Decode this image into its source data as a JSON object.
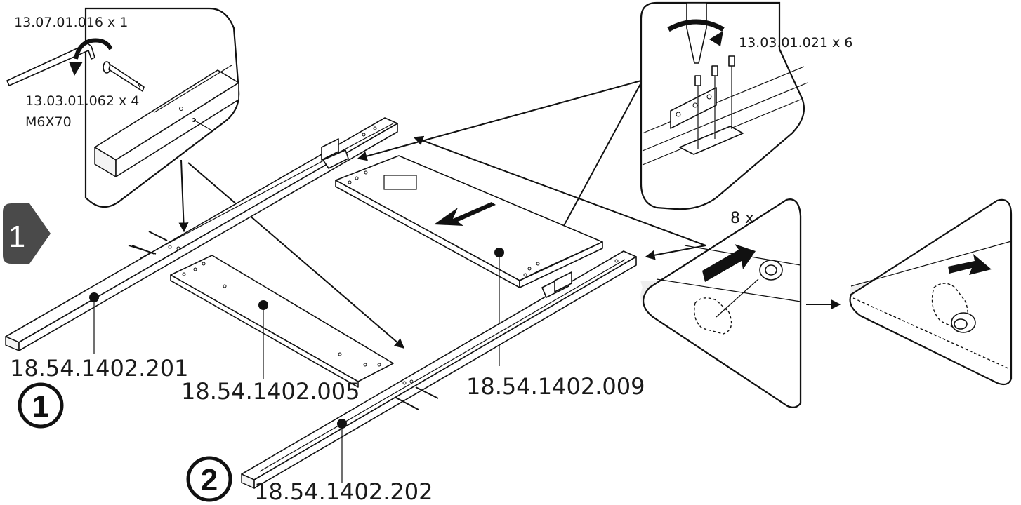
{
  "step": {
    "number": "1"
  },
  "parts": {
    "rail_1": "18.54.1402.201",
    "board_small": "18.54.1402.005",
    "board_large": "18.54.1402.009",
    "rail_2": "18.54.1402.202"
  },
  "markers": {
    "one": "1",
    "two": "2"
  },
  "hardware": {
    "allen_key": "13.07.01.016 x 1",
    "bolt": "13.03.01.062 x 4",
    "bolt_size": "M6X70",
    "screw": "13.03.01.021 x 6",
    "cam_count": "8 x"
  },
  "colors": {
    "ink": "#111111",
    "badge": "#4a4a4a",
    "shade": "#eeeeee"
  }
}
